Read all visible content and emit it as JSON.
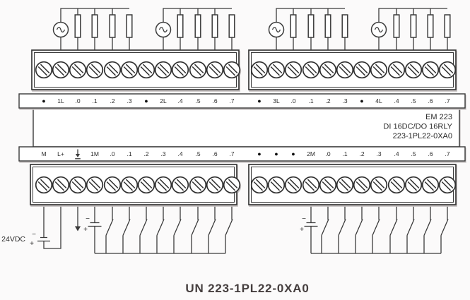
{
  "title": "UN 223-1PL22-0XA0",
  "module": {
    "name": "EM 223",
    "spec": "DI 16DC/DO 16RLY",
    "order_no": "223-1PL22-0XA0"
  },
  "power_supply": {
    "label": "24VDC",
    "minus": "−",
    "plus": "+"
  },
  "terminals": {
    "top_left": [
      "●",
      "1L",
      ".0",
      ".1",
      ".2",
      ".3",
      "●",
      "2L",
      ".4",
      ".5",
      ".6",
      ".7"
    ],
    "top_right": [
      "●",
      "3L",
      ".0",
      ".1",
      ".2",
      ".3",
      "●",
      "4L",
      ".4",
      ".5",
      ".6",
      ".7"
    ],
    "bottom_left": [
      "M",
      "L+",
      "⏚",
      "1M",
      ".0",
      ".1",
      ".2",
      ".3",
      ".4",
      ".5",
      ".6",
      ".7"
    ],
    "bottom_right": [
      "●",
      "●",
      "●",
      "2M",
      ".0",
      ".1",
      ".2",
      ".3",
      ".4",
      ".5",
      ".6",
      ".7"
    ]
  },
  "colors": {
    "line": "#3b3b3b",
    "text": "#2b2b2b",
    "title_text": "#453e3e",
    "background": "#fbfafa",
    "block_fill": "#ffffff"
  }
}
